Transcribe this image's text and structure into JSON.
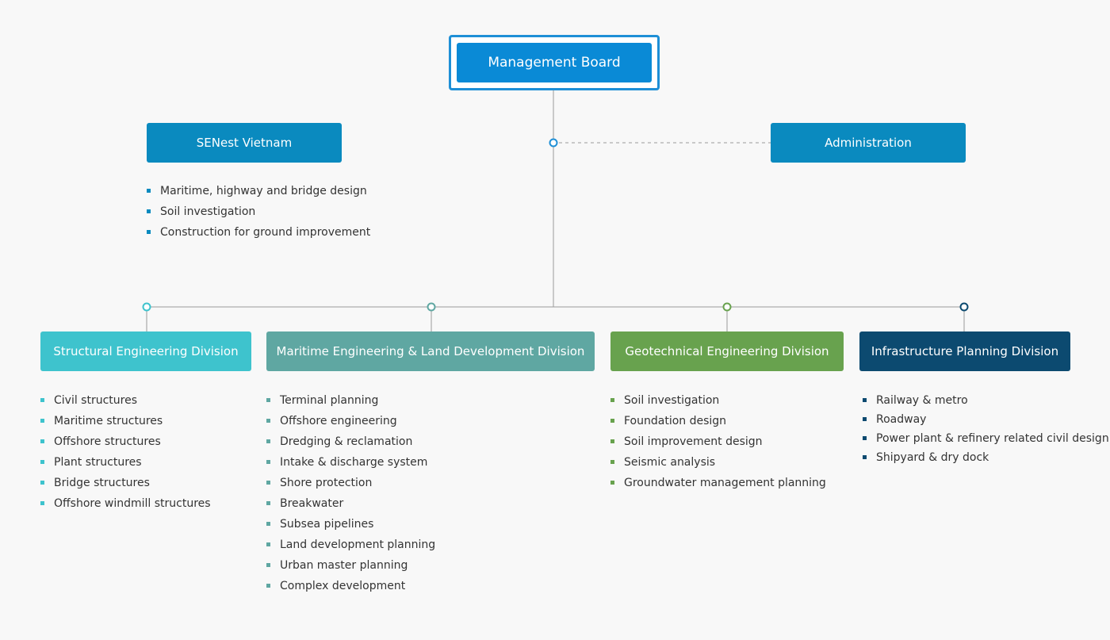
{
  "management_board": {
    "label": "Management Board"
  },
  "senest": {
    "label": "SENest Vietnam",
    "items": [
      "Maritime, highway and bridge design",
      "Soil investigation",
      "Construction for ground improvement"
    ]
  },
  "administration": {
    "label": "Administration"
  },
  "divisions": [
    {
      "label": "Structural Engineering Division",
      "color": "#3ec3cd",
      "items": [
        "Civil structures",
        "Maritime structures",
        "Offshore structures",
        "Plant structures",
        "Bridge structures",
        "Offshore windmill structures"
      ]
    },
    {
      "label": "Maritime Engineering & Land Development Division",
      "color": "#5fa7a2",
      "items": [
        "Terminal planning",
        "Offshore engineering",
        "Dredging & reclamation",
        "Intake & discharge system",
        "Shore protection",
        "Breakwater",
        "Subsea pipelines",
        "Land development planning",
        "Urban master planning",
        "Complex development"
      ]
    },
    {
      "label": "Geotechnical Engineering Division",
      "color": "#68a24e",
      "items": [
        "Soil investigation",
        "Foundation design",
        "Soil improvement design",
        "Seismic analysis",
        "Groundwater management planning"
      ]
    },
    {
      "label": "Infrastructure Planning Division",
      "color": "#0c4a70",
      "items": [
        "Railway & metro",
        "Roadway",
        "Power plant & refinery related civil design",
        "Shipyard & dry dock"
      ]
    }
  ],
  "colors": {
    "primary_blue": "#0a8ad6",
    "side_box": "#0a8abf",
    "node_blue": "#1e8fd6",
    "line_gray": "#9a9a9a"
  }
}
